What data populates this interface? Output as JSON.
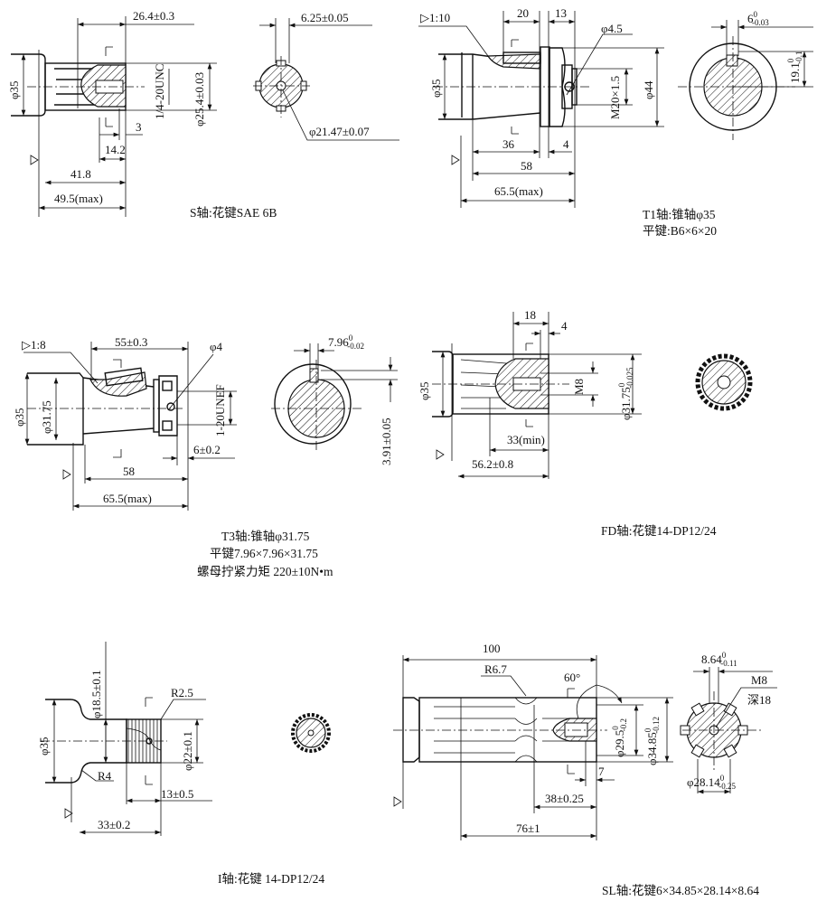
{
  "s_shaft": {
    "caption": "S轴:花键SAE 6B",
    "dims": {
      "length_26": "26.4±0.3",
      "width_625": "6.25±0.05",
      "thread": "1/4-20UNC",
      "dia_254": "φ25.4±0.03",
      "dia_35": "φ35",
      "d3": "3",
      "d142": "14.2",
      "d418": "41.8",
      "d495": "49.5(max)",
      "dia_2147": "φ21.47±0.07"
    }
  },
  "t1_shaft": {
    "caption1": "T1轴:锥轴φ35",
    "caption2": "平键:B6×6×20",
    "dims": {
      "taper": "▷1:10",
      "d20": "20",
      "d13": "13",
      "dia_45": "φ4.5",
      "thread": "M20×1.5",
      "dia_44": "φ44",
      "dia_35": "φ35",
      "d36": "36",
      "d4": "4",
      "d58": "58",
      "d655": "65.5(max)",
      "key_w": "6",
      "key_w_up": "0",
      "key_w_lo": "-0.03",
      "key_h": "19.1",
      "key_h_up": "0",
      "key_h_lo": "-0.1"
    }
  },
  "t3_shaft": {
    "caption1": "T3轴:锥轴φ31.75",
    "caption2": "平键7.96×7.96×31.75",
    "caption3": "螺母拧紧力矩 220±10N•m",
    "dims": {
      "taper": "▷1:8",
      "d55": "55±0.3",
      "dia_4": "φ4",
      "thread": "1-20UNEF",
      "dia_35": "φ35",
      "dia_3175": "φ31.75",
      "d6": "6±0.2",
      "d58": "58",
      "d655": "65.5(max)",
      "key_w": "7.96",
      "key_w_up": "0",
      "key_w_lo": "-0.02",
      "key_h": "3.91±0.05"
    }
  },
  "fd_shaft": {
    "caption": "FD轴:花键14-DP12/24",
    "dims": {
      "d18": "18",
      "d4": "4",
      "dia_35": "φ35",
      "thread": "M8",
      "dia_3175": "φ31.75",
      "dia_3175_up": "0",
      "dia_3175_lo": "-0.025",
      "d33": "33(min)",
      "d562": "56.2±0.8"
    }
  },
  "i_shaft": {
    "caption": "I轴:花键 14-DP12/24",
    "dims": {
      "dia_185": "φ18.5±0.1",
      "r25": "R2.5",
      "dia_35": "φ35",
      "dia_22": "φ22±0.1",
      "r4": "R4",
      "d13": "13±0.5",
      "d33": "33±0.2"
    }
  },
  "sl_shaft": {
    "caption": "SL轴:花键6×34.85×28.14×8.64",
    "dims": {
      "d100": "100",
      "r67": "R6.7",
      "angle": "60°",
      "dia_295": "φ29.5",
      "dia_295_up": "0",
      "dia_295_lo": "-0.2",
      "dia_3485": "φ34.85",
      "dia_3485_up": "0",
      "dia_3485_lo": "-0.12",
      "d7": "7",
      "d38": "38±0.25",
      "d76": "76±1",
      "key_w": "8.64",
      "key_w_up": "0",
      "key_w_lo": "-0.11",
      "thread": "M8",
      "depth": "深18",
      "dia_2814": "φ28.14",
      "dia_2814_up": "0",
      "dia_2814_lo": "-0.25"
    }
  }
}
